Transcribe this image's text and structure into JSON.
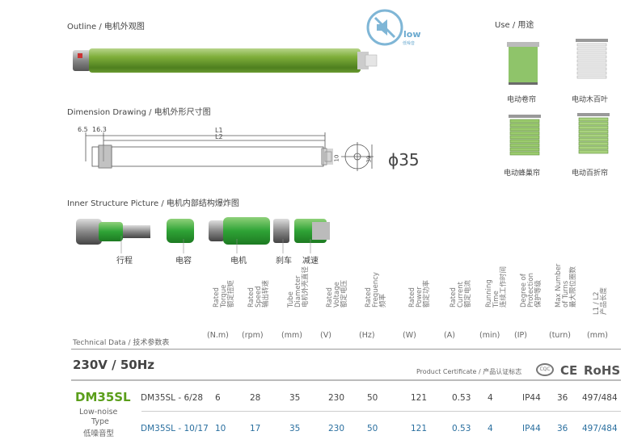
{
  "sections": {
    "outline": "Outline / 电机外观图",
    "dimension": "Dimension Drawing / 电机外形尺寸图",
    "inner": "Inner Structure Picture / 电机内部结构爆炸图",
    "use": "Use / 用途"
  },
  "logo": {
    "text": "low",
    "sub": "低噪音"
  },
  "dimension_labels": {
    "d1": "6.5",
    "d2": "16.3",
    "l1": "L1",
    "l2": "L2",
    "r1": "10",
    "r2": "39",
    "phi": "ϕ35"
  },
  "inner_parts": [
    "行程",
    "电容",
    "电机",
    "刹车",
    "减速"
  ],
  "use_items": [
    "电动卷帘",
    "电动木百叶",
    "电动蜂巢帘",
    "电动百折帘"
  ],
  "table": {
    "caption": "Technical Data / 技术参数表",
    "columns": [
      {
        "en": "Rated\nTorque",
        "cn": "额定扭矩",
        "unit": "(N.m)"
      },
      {
        "en": "Rated\nSpeed",
        "cn": "输出转速",
        "unit": "(rpm)"
      },
      {
        "en": "Tube\nDiameter",
        "cn": "电机外壳直径",
        "unit": "(mm)"
      },
      {
        "en": "Rated\nVoltage",
        "cn": "额定电压",
        "unit": "(V)"
      },
      {
        "en": "Rated\nFrequency",
        "cn": "频率",
        "unit": "(Hz)"
      },
      {
        "en": "Rated\nPower",
        "cn": "额定功率",
        "unit": "(W)"
      },
      {
        "en": "Rated\nCurrent",
        "cn": "额定电流",
        "unit": "(A)"
      },
      {
        "en": "Running\nTime",
        "cn": "连续工作时间",
        "unit": "(min)"
      },
      {
        "en": "Degree of\nProtection",
        "cn": "保护等级",
        "unit": "(IP)"
      },
      {
        "en": "Max Number\nof Turns",
        "cn": "最大限位圈数",
        "unit": "(turn)"
      },
      {
        "en": "L1 / L2",
        "cn": "产品长度",
        "unit": "(mm)"
      }
    ],
    "voltage_heading": "230V / 50Hz",
    "certificate_label": "Product Certificate / 产品认证标志",
    "certs": [
      "CQC",
      "CE",
      "RoHS"
    ],
    "series": "DM35SL",
    "series_desc1": "Low-noise",
    "series_desc2": "Type",
    "series_desc3": "低噪音型",
    "rows": [
      {
        "model": "DM35SL - 6/28",
        "values": [
          "6",
          "28",
          "35",
          "230",
          "50",
          "121",
          "0.53",
          "4",
          "IP44",
          "36",
          "497/484"
        ]
      },
      {
        "model": "DM35SL - 10/17",
        "values": [
          "10",
          "17",
          "35",
          "230",
          "50",
          "121",
          "0.53",
          "4",
          "IP44",
          "36",
          "497/484"
        ]
      }
    ]
  }
}
